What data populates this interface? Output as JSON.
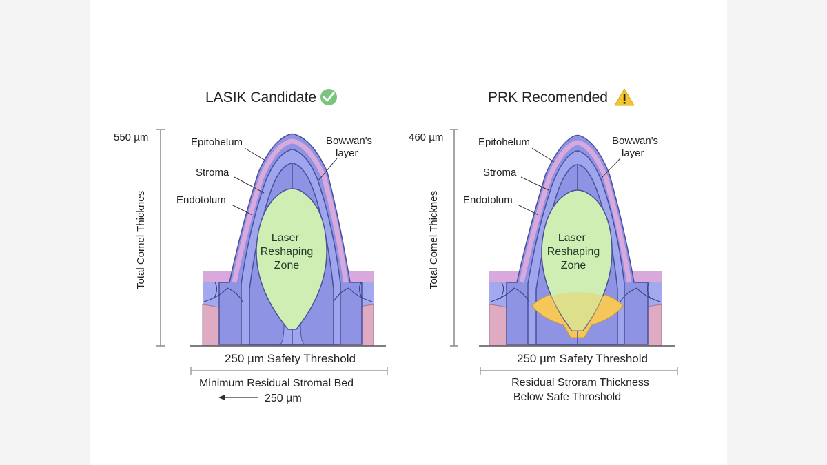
{
  "colors": {
    "page_background": "#f4f4f4",
    "panel_background": "#ffffff",
    "outer_layer_blue": "#8e93e3",
    "layer_outline": "#4a4f99",
    "bowman_pink": "#d9a9dd",
    "inner_layer_blue": "#9fa6ee",
    "laser_zone_green": "#cfeeb3",
    "tissue_pink": "#deabc2",
    "warning_tissue_yellow": "#f5c65a",
    "check_green": "#7ac47f",
    "warning_yellow": "#f4c52e"
  },
  "panels": [
    {
      "title": "LASIK Candidate",
      "status_icon": "check-circle-icon",
      "thickness_value": "550 µm",
      "axis_label": "Total Comel Thicknes",
      "labels": {
        "epithelium": "Epitohelum",
        "stroma": "Stroma",
        "endothelium": "Endotolum",
        "bowman": "Bowwan's layer"
      },
      "zone_label": "Laser Reshaping Zone",
      "safety_threshold": "250 µm Safety Threshold",
      "caption_lines": [
        "Minimum Residual Stromal Bed"
      ],
      "arrow_value": "250 µm"
    },
    {
      "title": "PRK Recomended",
      "status_icon": "warning-triangle-icon",
      "thickness_value": "460 µm",
      "axis_label": "Total Comel Thicknes",
      "labels": {
        "epithelium": "Epitohelum",
        "stroma": "Stroma",
        "endothelium": "Endotolum",
        "bowman": "Bowwan's layer"
      },
      "zone_label": "Laser Reshaping Zone",
      "safety_threshold": "250 µm Safety Threshold",
      "caption_lines": [
        "Residual Stroram Thickness",
        "Below Safe Throshold"
      ]
    }
  ]
}
